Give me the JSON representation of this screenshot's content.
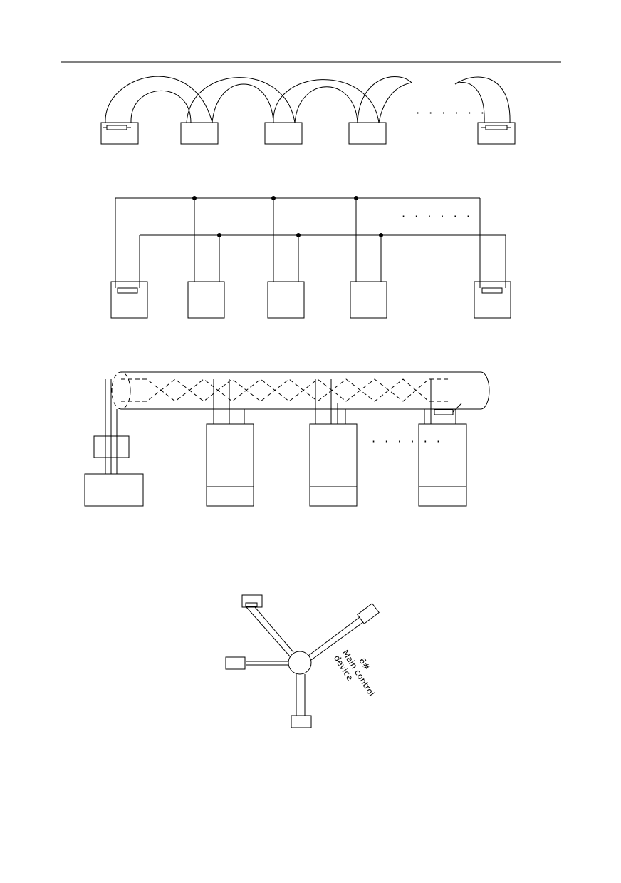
{
  "page": {
    "ellipsis_1": "· · · · · ·",
    "ellipsis_2": "· · · · · ·",
    "ellipsis_3": "· · · · · ·",
    "label": {
      "line1": "6#",
      "line2": "Main control",
      "line3": "device"
    },
    "colors": {
      "line": "#000000",
      "background": "#ffffff"
    }
  }
}
